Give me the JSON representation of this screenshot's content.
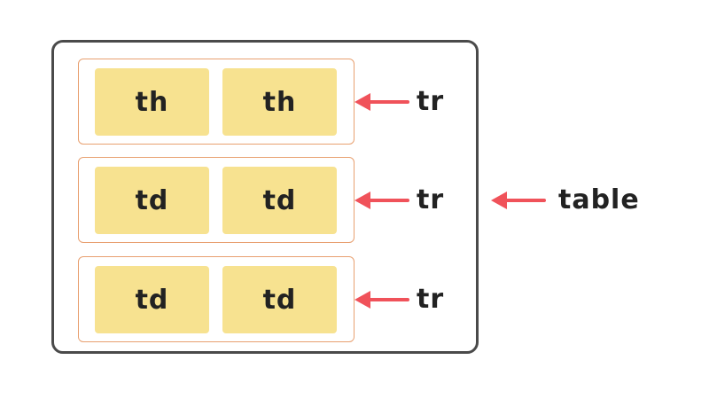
{
  "diagram": {
    "rows": [
      {
        "cells": [
          "th",
          "th"
        ],
        "label": "tr"
      },
      {
        "cells": [
          "td",
          "td"
        ],
        "label": "tr"
      },
      {
        "cells": [
          "td",
          "td"
        ],
        "label": "tr"
      }
    ],
    "table_label": "table"
  },
  "colors": {
    "border": "#4a4a4a",
    "row_border": "#e8a070",
    "cell_fill": "#f7e290",
    "arrow": "#f0525a",
    "text": "#222222"
  }
}
